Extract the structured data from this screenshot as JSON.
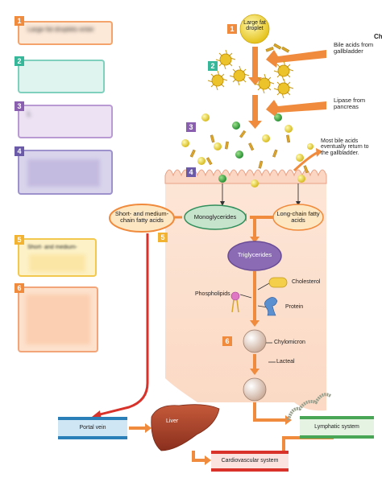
{
  "page": {
    "corner_text": "Ch"
  },
  "left_cards": [
    {
      "number": "1",
      "text": "Large fat droplets enter",
      "color": "#f08a3c"
    },
    {
      "number": "2",
      "text": "",
      "color": "#36b79a"
    },
    {
      "number": "3",
      "text": "L",
      "color": "#8a5fb0"
    },
    {
      "number": "4",
      "text": "",
      "color": "#6a5aa8"
    },
    {
      "number": "5",
      "text": "Short- and medium-",
      "color": "#f2b232"
    },
    {
      "number": "6",
      "text": "",
      "color": "#f08a3c"
    }
  ],
  "steps": {
    "s1": "1",
    "s2": "2",
    "s3": "3",
    "s4": "4",
    "s5": "5",
    "s6": "6"
  },
  "labels": {
    "large_fat_droplet": "Large fat droplet",
    "bile_acids": "Bile acids from gallbladder",
    "lipase": "Lipase from pancreas",
    "bile_return": "Most bile acids eventually return to the gallbladder.",
    "short_medium": "Short- and medium-chain fatty acids",
    "monoglycerides": "Monoglycerides",
    "long_chain": "Long-chain fatty acids",
    "triglycerides": "Triglycerides",
    "cholesterol": "Cholesterol",
    "phospholipids": "Phospholipids",
    "protein": "Protein",
    "chylomicron": "Chylomicron",
    "lacteal": "Lacteal",
    "portal_vein": "Portal vein",
    "liver": "Liver",
    "lymphatic_system": "Lymphatic system",
    "cardiovascular_system": "Cardiovascular system"
  },
  "colors": {
    "cell": "#fbe0cf",
    "villus_edge": "#e9a88c",
    "orange_arrow": "#f08a3c",
    "red_arrow": "#d8322a",
    "portal_blue": "#2b7fb8",
    "lymph_green": "#4aa657",
    "mono_oval": "#b9dcc0",
    "tri_oval": "#8d6fb5",
    "bile_yellow": "#e8c21a",
    "lipase_green": "#2e9a3a"
  }
}
